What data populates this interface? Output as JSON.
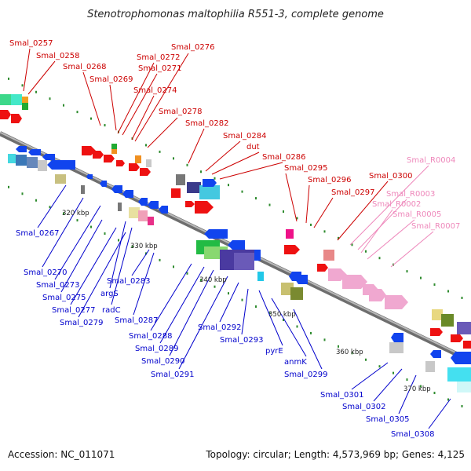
{
  "title": "Stenotrophomonas maltophilia R551-3, complete genome",
  "footer": {
    "accession": "Accession: NC_011071",
    "topology": "Topology: circular; Length: 4,573,969 bp; Genes: 4,125"
  },
  "colors": {
    "backbone": "#8a8a8a",
    "top_label": "#cc0000",
    "rna_label": "#ee88bb",
    "bottom_label": "#0000cc",
    "tick_mark": "#2e8b2e"
  },
  "ticks": [
    "320 kbp",
    "330 kbp",
    "340 kbp",
    "350 kbp",
    "360 kbp",
    "370 kbp"
  ],
  "top_labels": [
    "Smal_0257",
    "Smal_0258",
    "Smal_0268",
    "Smal_0269",
    "Smal_0272",
    "Smal_0271",
    "Smal_0276",
    "Smal_0274",
    "Smal_0278",
    "Smal_0282",
    "Smal_0284",
    "dut",
    "Smal_0286",
    "Smal_0295",
    "Smal_0296",
    "Smal_0297",
    "Smal_0300",
    "Smal_R0004",
    "Smal_R0003",
    "Smal_R0002",
    "Smal_R0005",
    "Smal_R0007"
  ],
  "bottom_labels": [
    "Smal_0267",
    "Smal_0270",
    "Smal_0273",
    "Smal_0275",
    "argS",
    "Smal_0277",
    "Smal_0279",
    "radC",
    "Smal_0283",
    "Smal_0287",
    "Smal_0288",
    "Smal_0289",
    "Smal_0292",
    "Smal_0293",
    "Smal_0290",
    "Smal_0291",
    "pyrE",
    "anmK",
    "Smal_0299",
    "Smal_0301",
    "Smal_0302",
    "Smal_0305",
    "Smal_0308"
  ]
}
